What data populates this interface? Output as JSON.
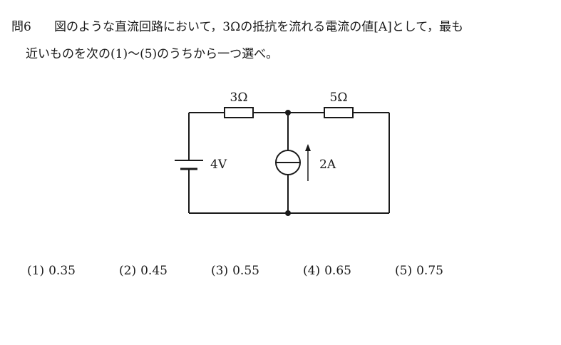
{
  "question": {
    "number": "問6",
    "line1": "図のような直流回路において，3Ωの抵抗を流れる電流の値[A]として，最も",
    "line2": "近いものを次の(1)〜(5)のうちから一つ選べ。"
  },
  "circuit": {
    "r1_label": "3Ω",
    "r2_label": "5Ω",
    "voltage_label": "4V",
    "current_label": "2A"
  },
  "choices": [
    {
      "num": "(1)",
      "value": "0.35"
    },
    {
      "num": "(2)",
      "value": "0.45"
    },
    {
      "num": "(3)",
      "value": "0.55"
    },
    {
      "num": "(4)",
      "value": "0.65"
    },
    {
      "num": "(5)",
      "value": "0.75"
    }
  ]
}
